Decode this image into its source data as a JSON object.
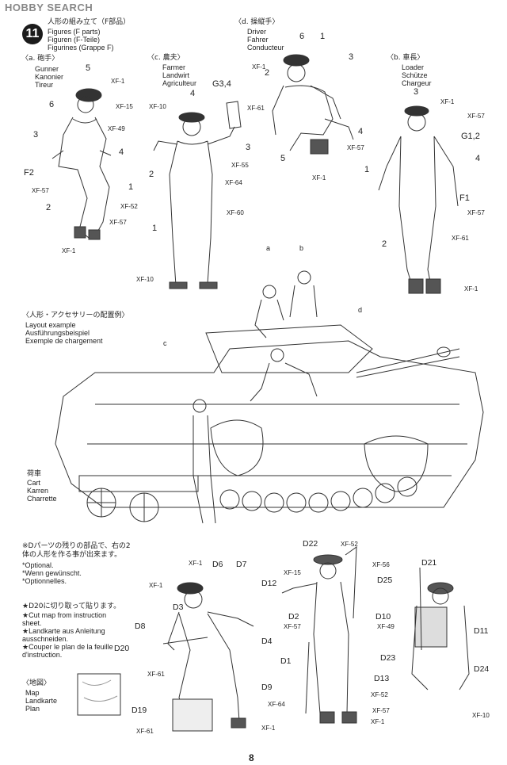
{
  "watermark": "HOBBY SEARCH",
  "step": {
    "number": "11",
    "title_ja": "人形の組み立て（F部品）",
    "title_en": "Figures (F parts)",
    "title_de": "Figuren (F-Teile)",
    "title_fr": "Figurines (Grappe F)"
  },
  "figures": {
    "a": {
      "ja": "〈a. 砲手〉",
      "en": "Gunner",
      "de": "Kanonier",
      "fr": "Tireur"
    },
    "c": {
      "ja": "〈c. 農夫〉",
      "en": "Farmer",
      "de": "Landwirt",
      "fr": "Agriculteur"
    },
    "d": {
      "ja": "〈d. 操縦手〉",
      "en": "Driver",
      "de": "Fahrer",
      "fr": "Conducteur"
    },
    "b": {
      "ja": "〈b. 車長〉",
      "en": "Loader",
      "de": "Schütze",
      "fr": "Chargeur"
    }
  },
  "layout_example": {
    "ja": "〈人形・アクセサリーの配置例〉",
    "en": "Layout example",
    "de": "Ausführungsbeispiel",
    "fr": "Exemple de chargement",
    "markers": [
      "a",
      "b",
      "c",
      "d"
    ]
  },
  "cart": {
    "ja": "荷車",
    "en": "Cart",
    "de": "Karren",
    "fr": "Charrette"
  },
  "optional_note": {
    "ja": "※Dパーツの残りの部品で、右の2体の人形を作る事が出来ます。",
    "en": "*Optional.",
    "de": "*Wenn gewünscht.",
    "fr": "*Optionnelles."
  },
  "map_note": {
    "ja": "★D20に切り取って貼ります。",
    "en": "★Cut map from instruction sheet.",
    "de": "★Landkarte aus Anleitung ausschneiden.",
    "fr": "★Couper le plan de la feuille d'instruction."
  },
  "map_label": {
    "ja": "〈地図〉",
    "en": "Map",
    "de": "Landkarte",
    "fr": "Plan"
  },
  "paint_codes": [
    "XF-1",
    "XF-15",
    "XF-49",
    "XF-57",
    "XF-52",
    "XF-10",
    "XF-55",
    "XF-64",
    "XF-60",
    "XF-61",
    "XF-56"
  ],
  "part_numbers": [
    "1",
    "2",
    "3",
    "4",
    "5",
    "6",
    "F2",
    "G3,4",
    "G1,2",
    "F1"
  ],
  "d_parts": [
    "D3",
    "D6",
    "D7",
    "D8",
    "D9",
    "D19",
    "D20",
    "D4",
    "D12",
    "D2",
    "D1",
    "D10",
    "D13",
    "D22",
    "D25",
    "D21",
    "D11",
    "D23",
    "D24"
  ],
  "page_number": "8"
}
